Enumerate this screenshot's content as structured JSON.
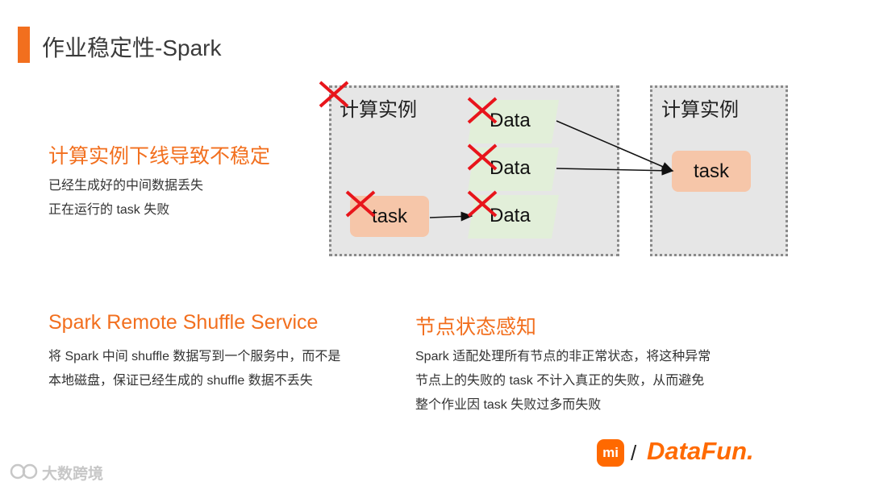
{
  "title": "作业稳定性-Spark",
  "diagram": {
    "left_box": {
      "title": "计算实例",
      "task_label": "task",
      "data_blocks": [
        "Data",
        "Data",
        "Data"
      ]
    },
    "right_box": {
      "title": "计算实例",
      "task_label": "task"
    }
  },
  "sections": {
    "instability": {
      "heading": "计算实例下线导致不稳定",
      "lines": [
        "已经生成好的中间数据丢失",
        "正在运行的 task 失败"
      ]
    },
    "shuffle_service": {
      "heading": "Spark Remote Shuffle Service",
      "lines": [
        "将 Spark 中间 shuffle 数据写到一个服务中，而不是",
        "本地磁盘，保证已经生成的 shuffle 数据不丢失"
      ]
    },
    "node_awareness": {
      "heading": "节点状态感知",
      "lines": [
        "Spark 适配处理所有节点的非正常状态，将这种异常",
        "节点上的失败的 task 不计入真正的失败，从而避免",
        "整个作业因 task 失败过多而失败"
      ]
    }
  },
  "logos": {
    "mi": "mi",
    "separator": "/",
    "datafun": "DataFun."
  },
  "watermark": "大数跨境",
  "colors": {
    "accent": "#f26f1e",
    "task_fill": "#f6c6a9",
    "data_fill": "#e2efd9",
    "box_fill": "#e6e6e6",
    "cross": "#e8151b"
  }
}
